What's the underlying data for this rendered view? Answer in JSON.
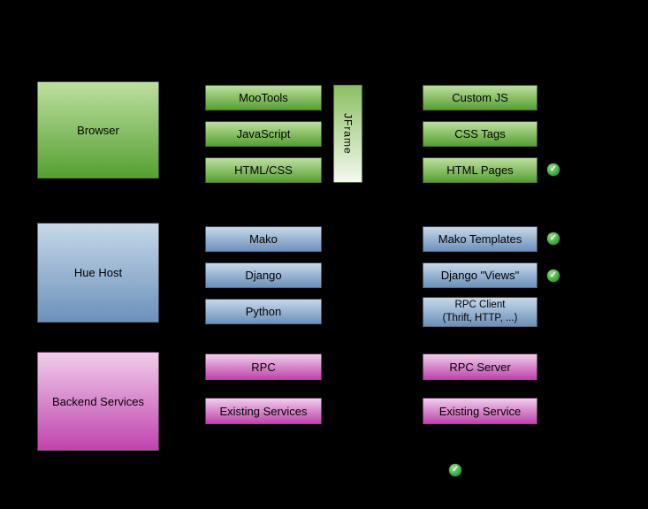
{
  "colors": {
    "background": "#000000",
    "green_top": "#bedf9f",
    "green_bottom": "#55a032",
    "blue_top": "#c7d8e9",
    "blue_bottom": "#6b91bb",
    "magenta_top": "#f0cdeb",
    "magenta_bottom": "#c044ad",
    "jframe_top": "#8cbf63",
    "jframe_bottom": "#f3f9ee",
    "check_light": "#8fdf83",
    "check_dark": "#2f9e33"
  },
  "boxes": {
    "browser": "Browser",
    "hue_host": "Hue Host",
    "backend": "Backend Services",
    "mootools": "MooTools",
    "javascript": "JavaScript",
    "htmlcss": "HTML/CSS",
    "jframe": "JFrame",
    "mako": "Mako",
    "django": "Django",
    "python": "Python",
    "rpc": "RPC",
    "existing_services": "Existing Services",
    "custom_js": "Custom JS",
    "css_tags": "CSS Tags",
    "html_pages": "HTML Pages",
    "mako_templates": "Mako Templates",
    "django_views": "Django \"Views\"",
    "rpc_client_line1": "RPC Client",
    "rpc_client_line2": "(Thrift, HTTP, ...)",
    "rpc_server": "RPC Server",
    "existing_service": "Existing Service"
  },
  "icons": {
    "check": "✓"
  }
}
